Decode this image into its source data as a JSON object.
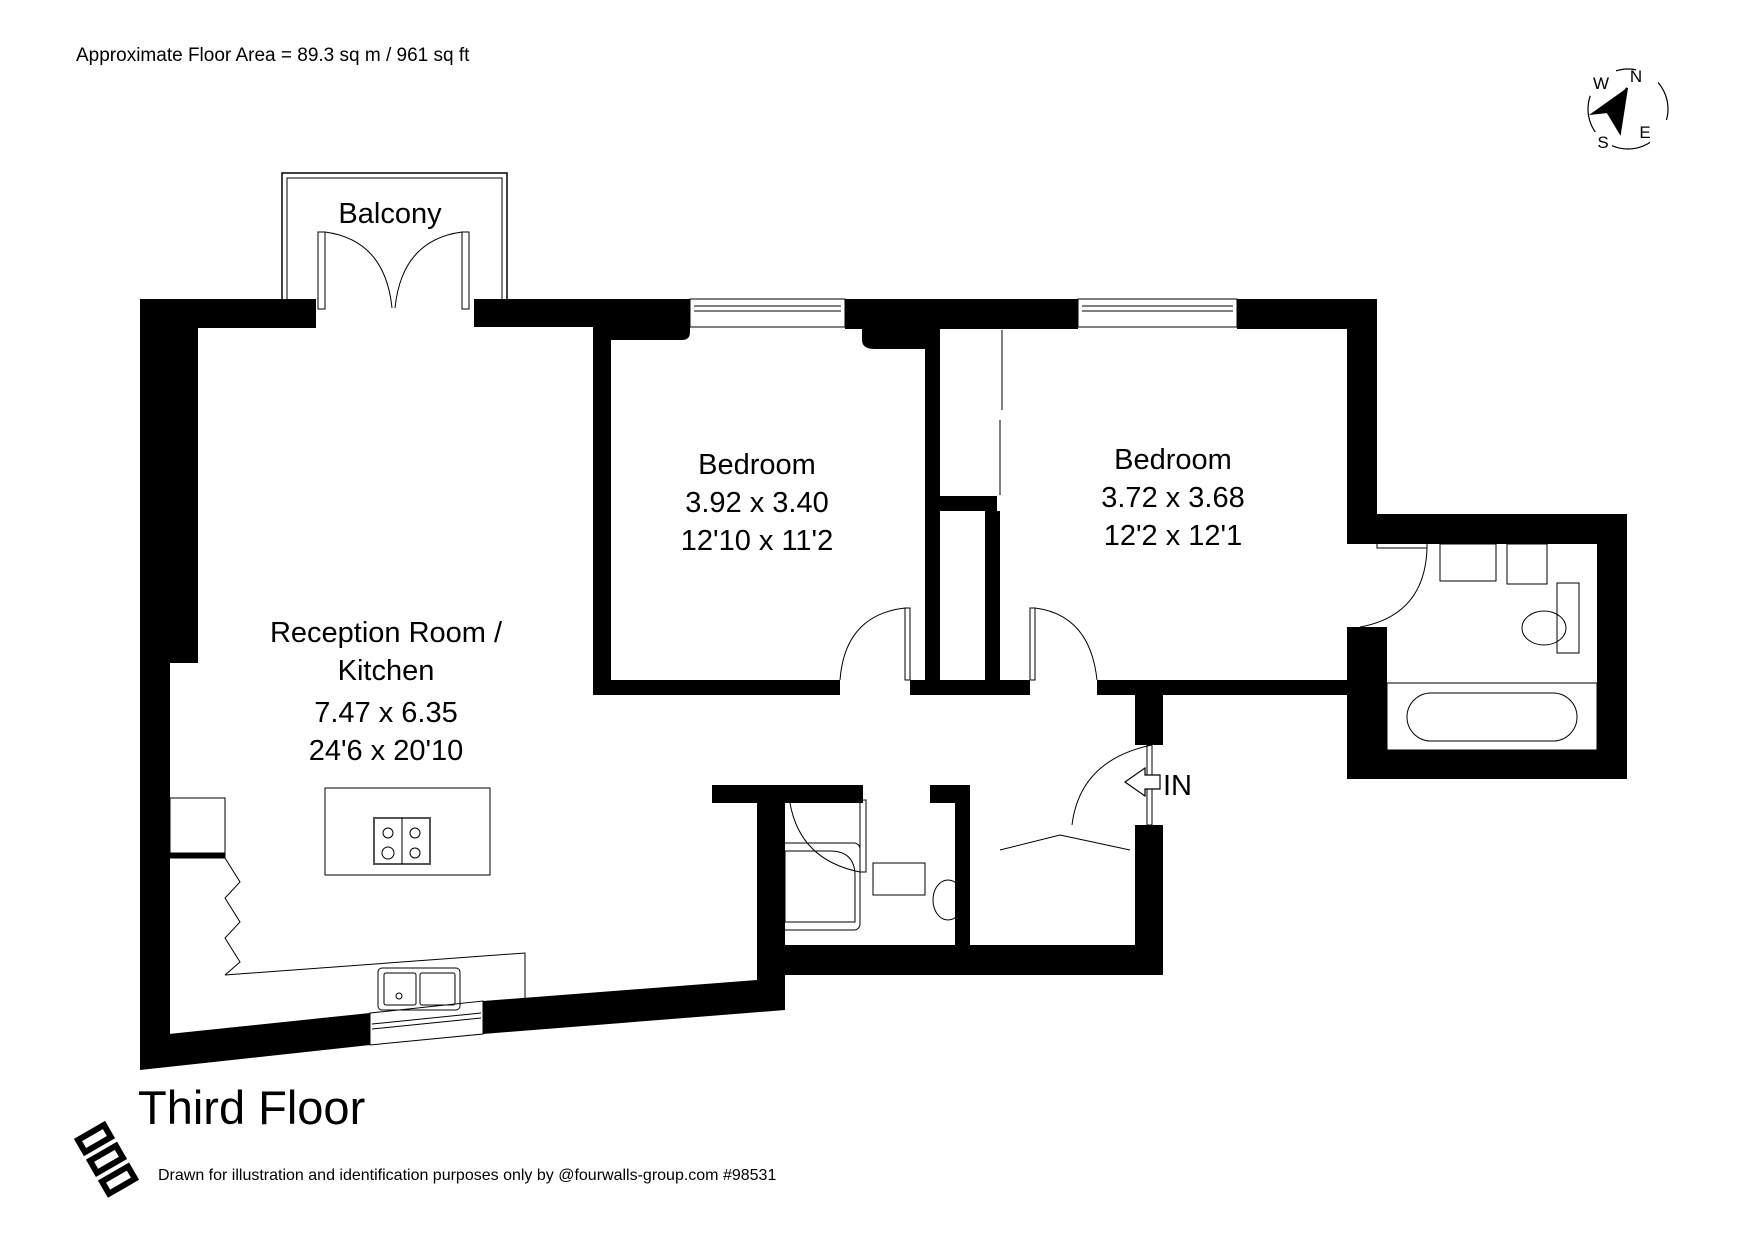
{
  "header": {
    "floor_area": "Approximate Floor Area = 89.3 sq m / 961 sq ft"
  },
  "compass": {
    "icon": "compass-rose-icon",
    "labels": {
      "n": "N",
      "e": "E",
      "s": "S",
      "w": "W"
    }
  },
  "rooms": [
    {
      "name": "Balcony"
    },
    {
      "name_line1": "Reception Room /",
      "name_line2": "Kitchen",
      "metric": "7.47 x 6.35",
      "imperial": "24'6 x 20'10"
    },
    {
      "name": "Bedroom",
      "metric": "3.92 x 3.40",
      "imperial": "12'10 x 11'2"
    },
    {
      "name": "Bedroom",
      "metric": "3.72 x 3.68",
      "imperial": "12'2 x 12'1"
    }
  ],
  "entrance": {
    "label": "IN",
    "icon": "arrow-left-icon"
  },
  "footer": {
    "floor_title": "Third Floor",
    "disclaimer": "Drawn for illustration and identification purposes only by @fourwalls-group.com #98531",
    "logo_icon": "fourwalls-logo-icon"
  },
  "colors": {
    "wall": "#000000",
    "background": "#ffffff",
    "line": "#000000",
    "fixture": "#666666"
  }
}
